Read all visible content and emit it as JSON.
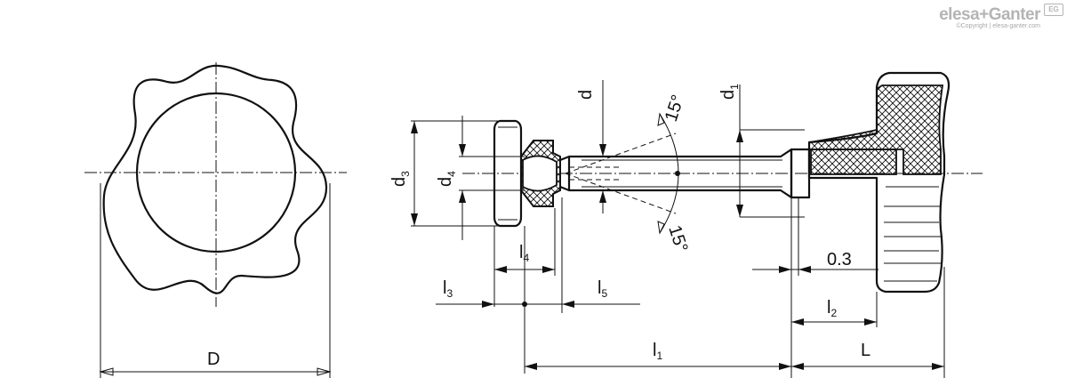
{
  "brand": {
    "name": "elesa+Ganter",
    "copyright": "©Copyright | elesa-ganter.com",
    "badge": "EG"
  },
  "labels": {
    "D": "D",
    "d": "d",
    "d1_main": "d",
    "d1_sub": "1",
    "d3_main": "d",
    "d3_sub": "3",
    "d4_main": "d",
    "d4_sub": "4",
    "l1_main": "l",
    "l1_sub": "1",
    "l2_main": "l",
    "l2_sub": "2",
    "l3_main": "l",
    "l3_sub": "3",
    "l4_main": "l",
    "l4_sub": "4",
    "l5_main": "l",
    "l5_sub": "5",
    "L": "L",
    "gap": "0.3",
    "angle_top": "15°",
    "angle_bottom": "15°"
  }
}
